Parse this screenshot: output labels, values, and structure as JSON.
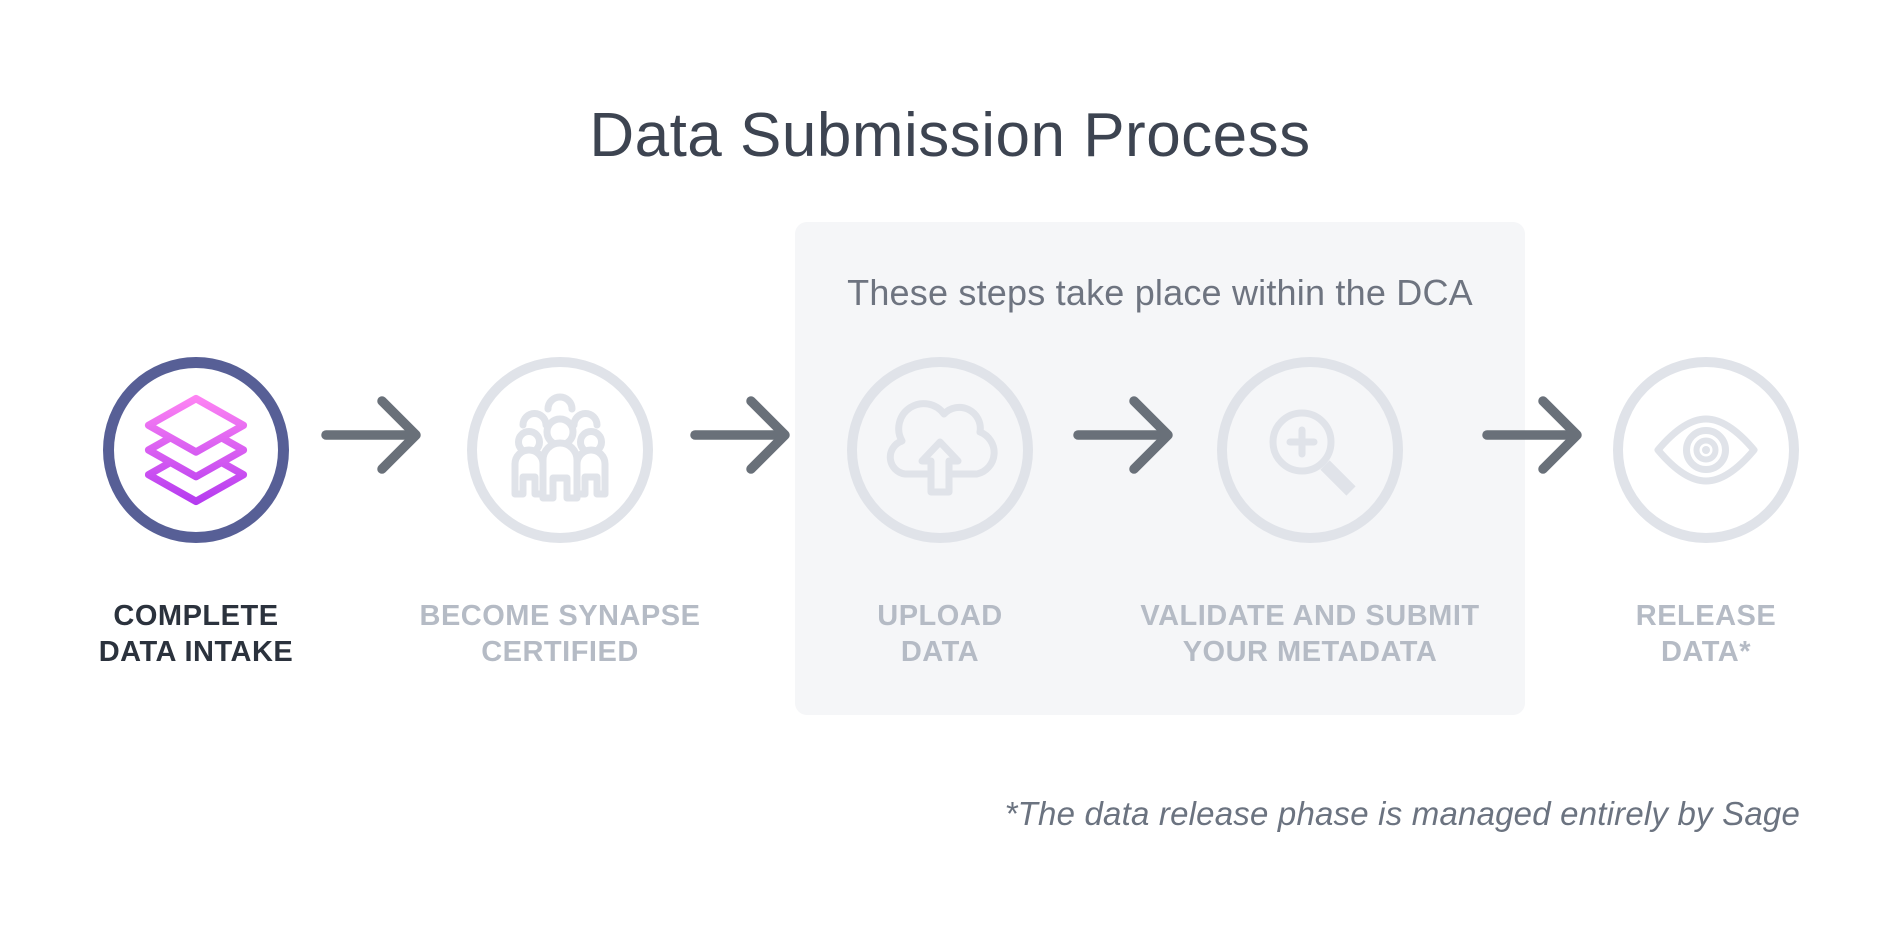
{
  "title": "Data Submission Process",
  "panel": {
    "note": "These steps take place within the DCA"
  },
  "steps": [
    {
      "label_line1": "COMPLETE",
      "label_line2": "DATA INTAKE",
      "icon": "layers-stack-icon",
      "active": true,
      "in_dca": false
    },
    {
      "label_line1": "BECOME SYNAPSE",
      "label_line2": "CERTIFIED",
      "icon": "people-group-icon",
      "active": false,
      "in_dca": false
    },
    {
      "label_line1": "UPLOAD",
      "label_line2": "DATA",
      "icon": "cloud-upload-icon",
      "active": false,
      "in_dca": true
    },
    {
      "label_line1": "VALIDATE AND SUBMIT",
      "label_line2": "YOUR METADATA",
      "icon": "magnifier-zoom-in-icon",
      "active": false,
      "in_dca": true
    },
    {
      "label_line1": "RELEASE",
      "label_line2": "DATA*",
      "icon": "eye-icon",
      "active": false,
      "in_dca": false
    }
  ],
  "connector_icon": "arrow-right-icon",
  "footnote": "*The data release phase is managed entirely by Sage",
  "colors": {
    "accent_ring": "#575f96",
    "icon_gradient_top": "#ff85f3",
    "icon_gradient_bottom": "#b43af0",
    "inactive_gray": "#e0e3e9",
    "arrow_gray": "#697079",
    "panel_background": "#f5f6f8",
    "active_label_text": "#2b323d",
    "inactive_label_text": "#b5bbc5",
    "note_text": "#6e7480",
    "title_text": "#3d4451"
  }
}
